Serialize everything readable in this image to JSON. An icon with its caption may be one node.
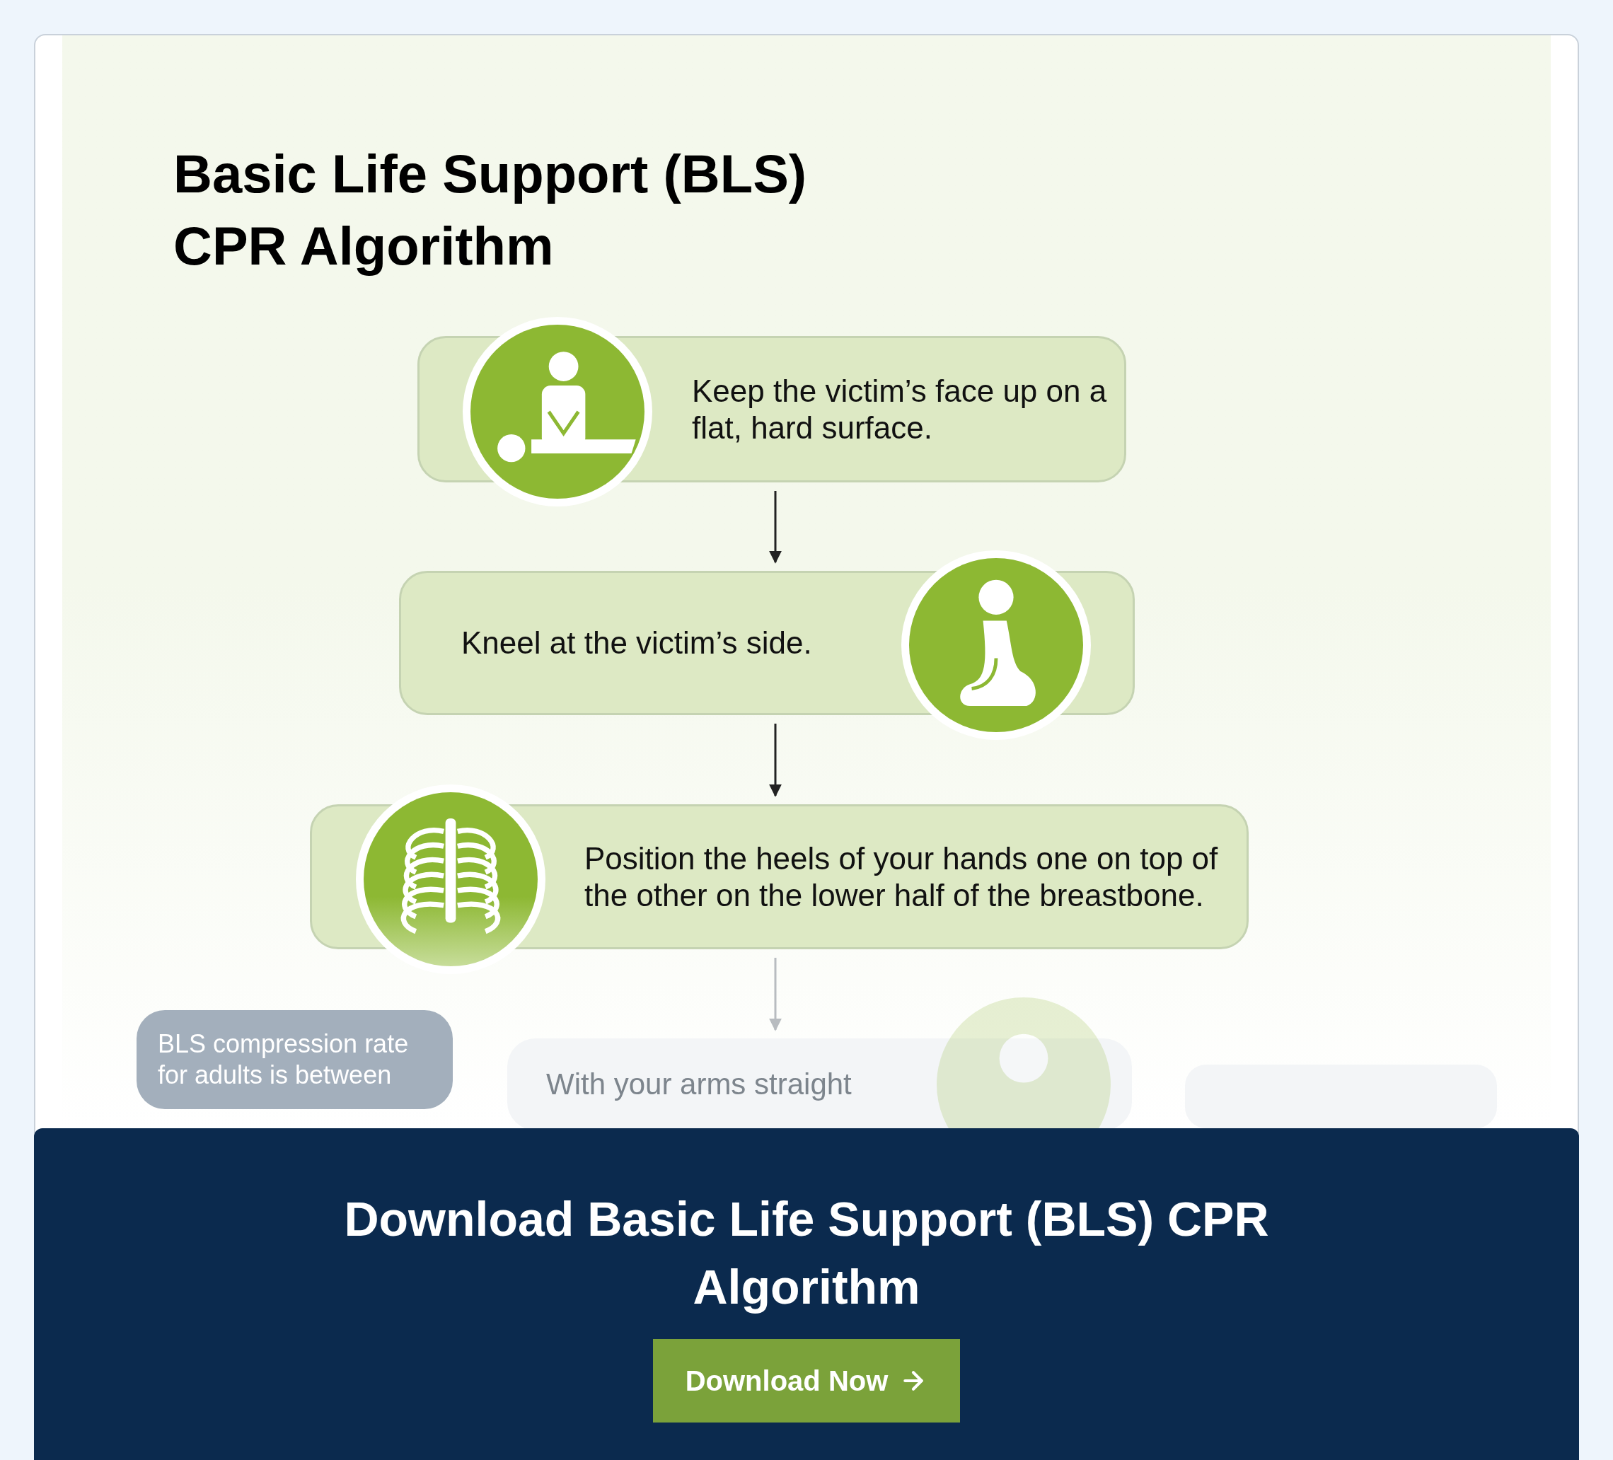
{
  "diagram": {
    "title": "Basic Life Support (BLS) CPR Algorithm",
    "nodes": [
      {
        "text": [
          "Keep the victim’s face up on a flat, hard surface."
        ]
      },
      {
        "text": [
          "Kneel at the victim’s side."
        ]
      },
      {
        "text": [
          "Position the heels of your hands one on top of the other on the lower half of the breastbone."
        ]
      },
      {
        "text": [
          "BLS compression rate for adults is between"
        ]
      },
      {
        "text": [
          "With your arms straight"
        ]
      },
      {
        "text": [],
        "shape": "box"
      }
    ],
    "edges": [
      {
        "from": 0,
        "to": 1,
        "arrow": "to"
      },
      {
        "from": 1,
        "to": 2,
        "arrow": "to"
      },
      {
        "from": 2,
        "to": 4,
        "arrow": "to",
        "color": "#b8bcc0"
      }
    ],
    "labels": [
      "Download Basic Life Support (BLS) CPR Algorithm",
      "Download Now"
    ]
  }
}
